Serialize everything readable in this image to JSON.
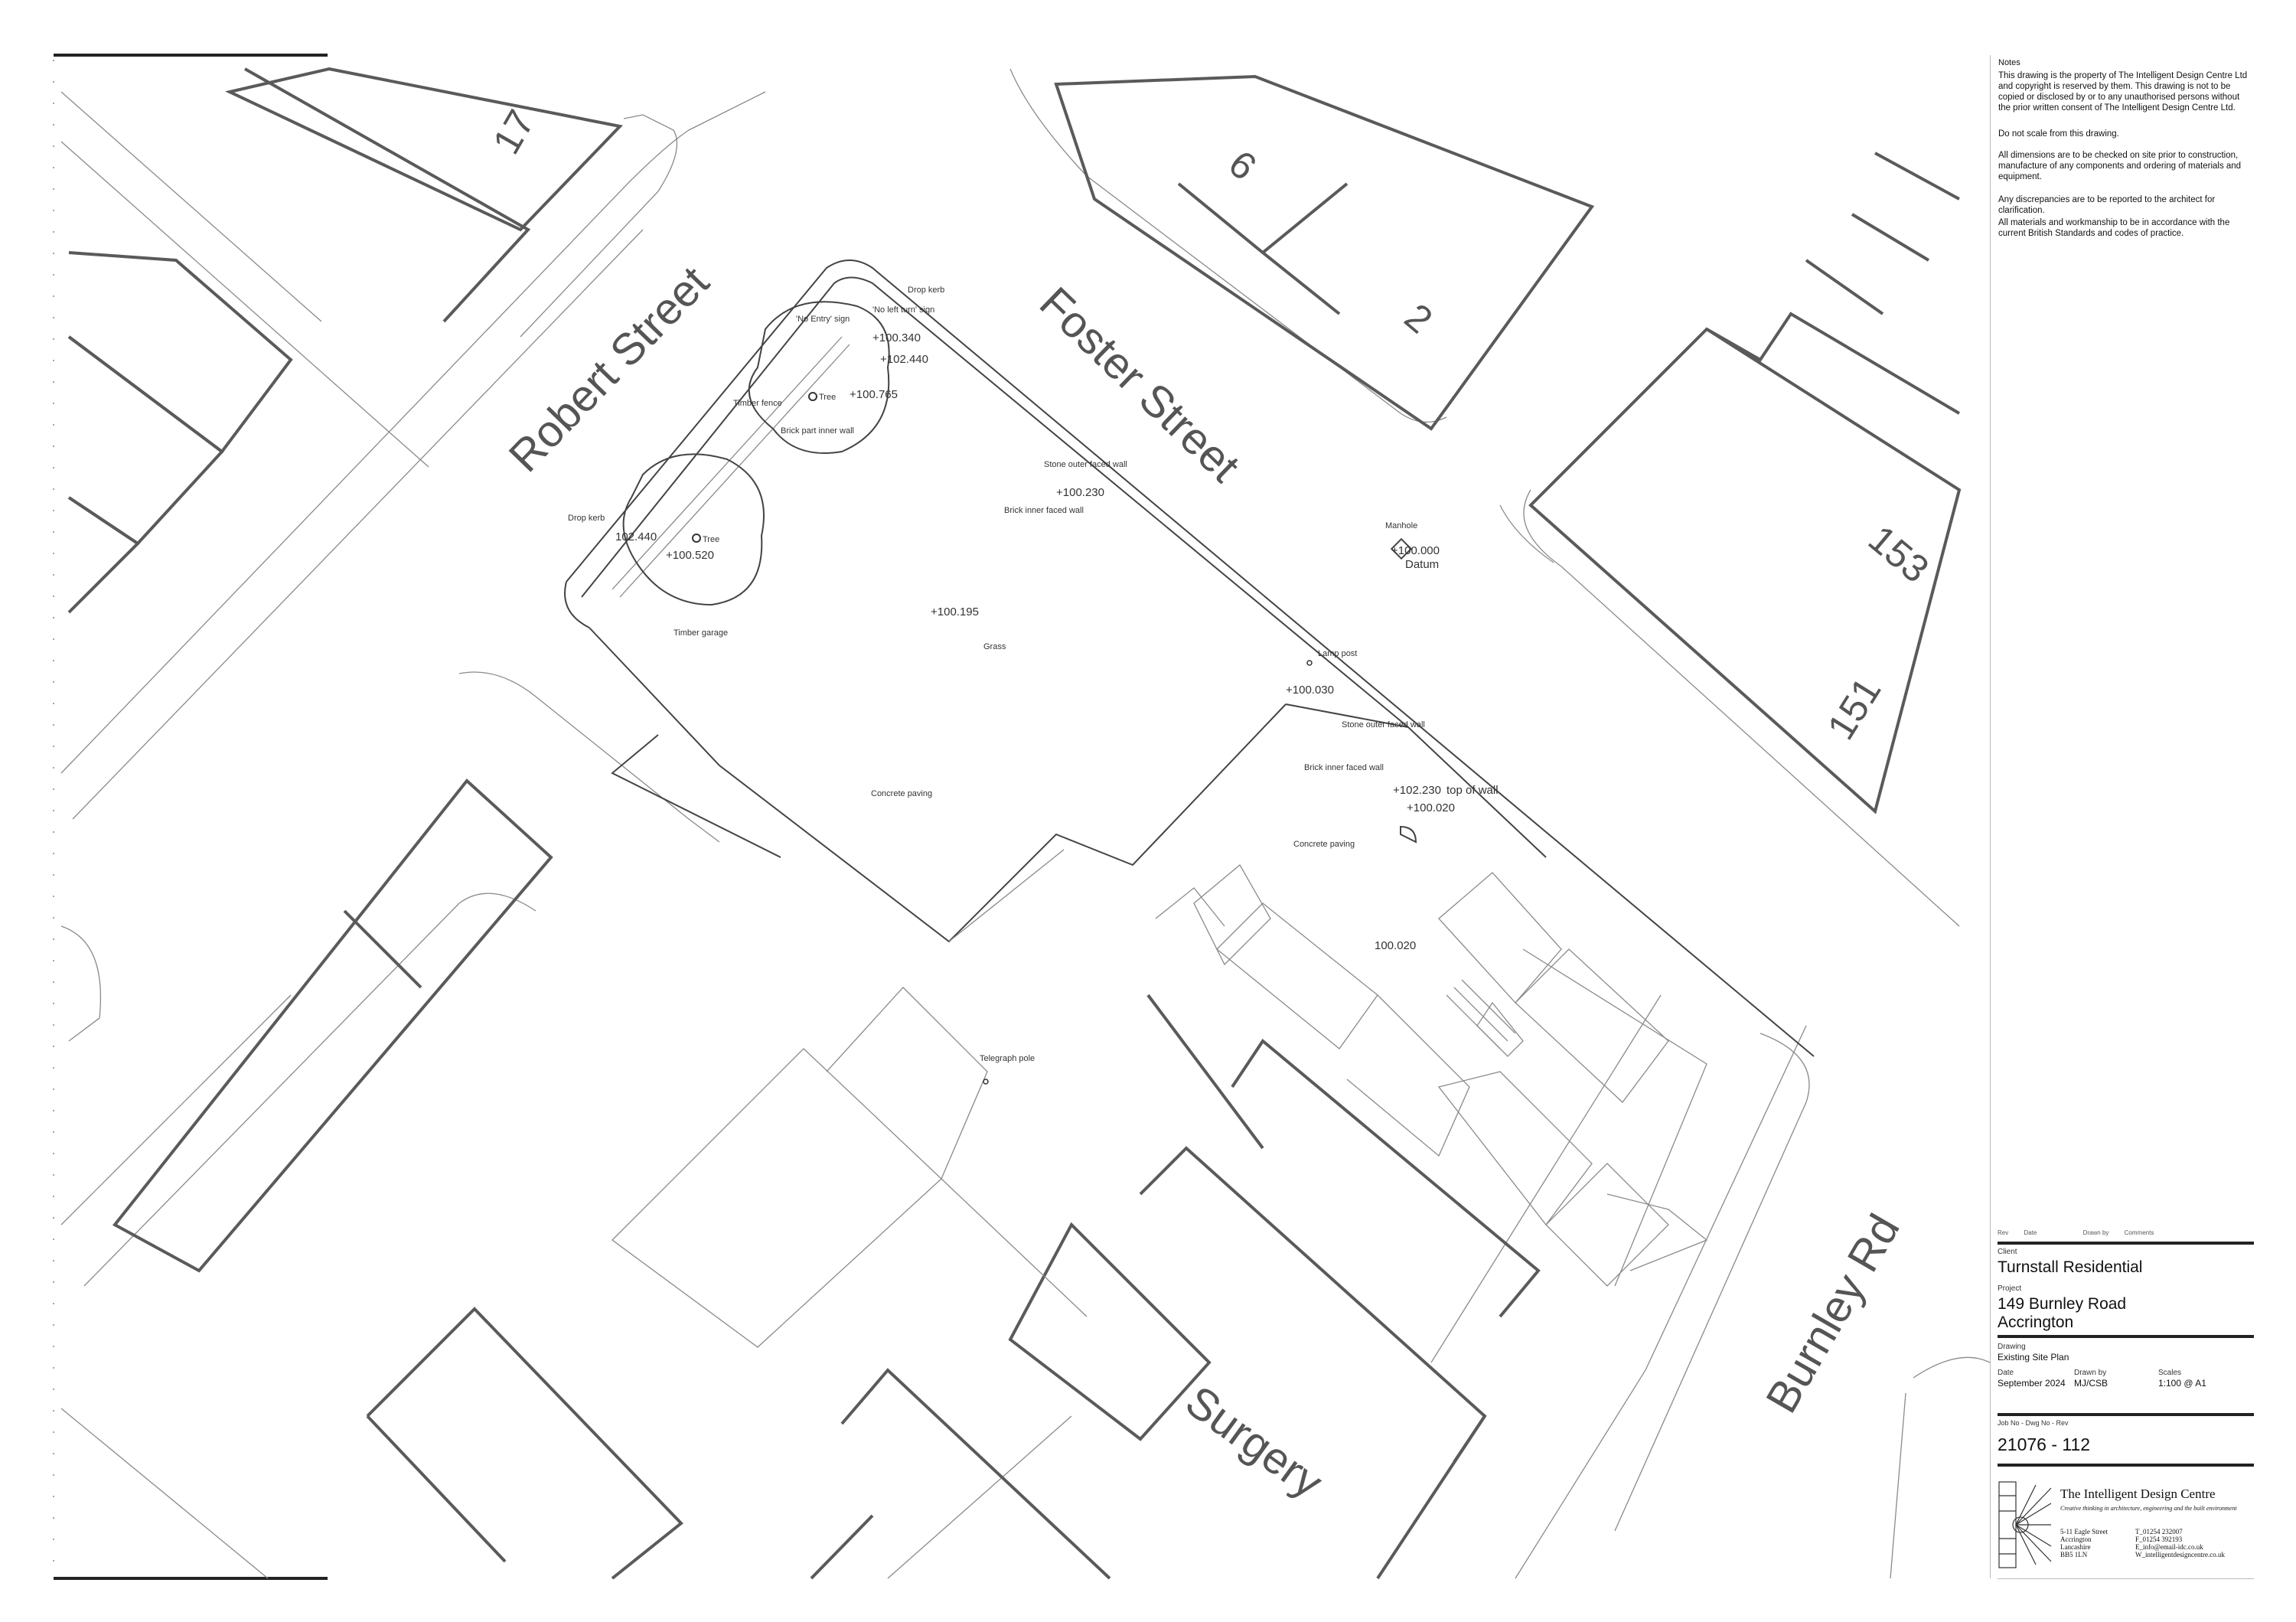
{
  "plan": {
    "streets": {
      "robert": "Robert Street",
      "foster": "Foster Street",
      "burnley": "Burnley Rd",
      "surgery": "Surgery"
    },
    "house_numbers": [
      "17",
      "6",
      "2",
      "153",
      "151"
    ],
    "labels": {
      "drop_kerb_left": "Drop kerb",
      "drop_kerb_top": "Drop kerb",
      "no_entry_sign": "'No Entry' sign",
      "no_left_turn_sign": "'No left turn' sign",
      "timber_fence": "Timber fence",
      "brick_part_inner_wall": "Brick part inner wall",
      "tree_1": "Tree",
      "tree_2": "Tree",
      "stone_outer_faced_wall_1": "Stone outer faced wall",
      "brick_inner_faced_wall_1": "Brick inner faced wall",
      "manhole": "Manhole",
      "datum": "Datum",
      "timber_garage": "Timber garage",
      "grass": "Grass",
      "lamp_post": "Lamp post",
      "stone_outer_faced_wall_2": "Stone outer faced wall",
      "brick_inner_faced_wall_2": "Brick inner faced wall",
      "top_of_wall": "top of wall",
      "concrete_paving_1": "Concrete paving",
      "concrete_paving_2": "Concrete paving",
      "telegraph_pole": "Telegraph pole"
    },
    "levels": {
      "l1": "+100.340",
      "l2": "+102.440",
      "l3": "+100.765",
      "l4": "+100.230",
      "l5": "102.440",
      "l6": "+100.520",
      "l7": "+100.000",
      "l8": "+100.195",
      "l9": "+100.030",
      "l10": "+102.230",
      "l11": "+100.020",
      "l12": "100.020"
    }
  },
  "notes": {
    "heading": "Notes",
    "items": [
      "This drawing is the property of The Intelligent Design Centre Ltd and copyright is reserved by them. This drawing is not to be copied or disclosed by or to any unauthorised persons without the prior written consent of The Intelligent Design Centre Ltd.",
      "Do not scale from this drawing.",
      "All dimensions are to be checked on site prior to construction, manufacture of any components and ordering of materials and equipment.",
      "Any discrepancies are to be reported to the architect for clarification.",
      "All materials and workmanship to be in accordance with the current British Standards and codes of practice."
    ]
  },
  "title_block": {
    "rev_headers": [
      "Rev",
      "Date",
      "Drawn by",
      "Comments"
    ],
    "client_label": "Client",
    "client": "Turnstall Residential",
    "project_label": "Project",
    "project_line1": "149 Burnley Road",
    "project_line2": "Accrington",
    "drawing_label": "Drawing",
    "drawing": "Existing Site Plan",
    "date_label": "Date",
    "date": "September 2024",
    "drawn_by_label": "Drawn by",
    "drawn_by": "MJ/CSB",
    "scales_label": "Scales",
    "scales": "1:100 @ A1",
    "job_label": "Job No - Dwg No - Rev",
    "job_no": "21076 - 112",
    "company": "The Intelligent Design Centre",
    "tagline": "Creative thinking in architecture, engineering and the built environment",
    "address": [
      "5-11 Eagle Street",
      "Accrington",
      "Lancashire",
      "BB5 1LN"
    ],
    "contact": [
      "T_01254 232007",
      "F_01254 392193",
      "E_info@email-idc.co.uk",
      "W_intelligentdesigncentre.co.uk"
    ]
  }
}
